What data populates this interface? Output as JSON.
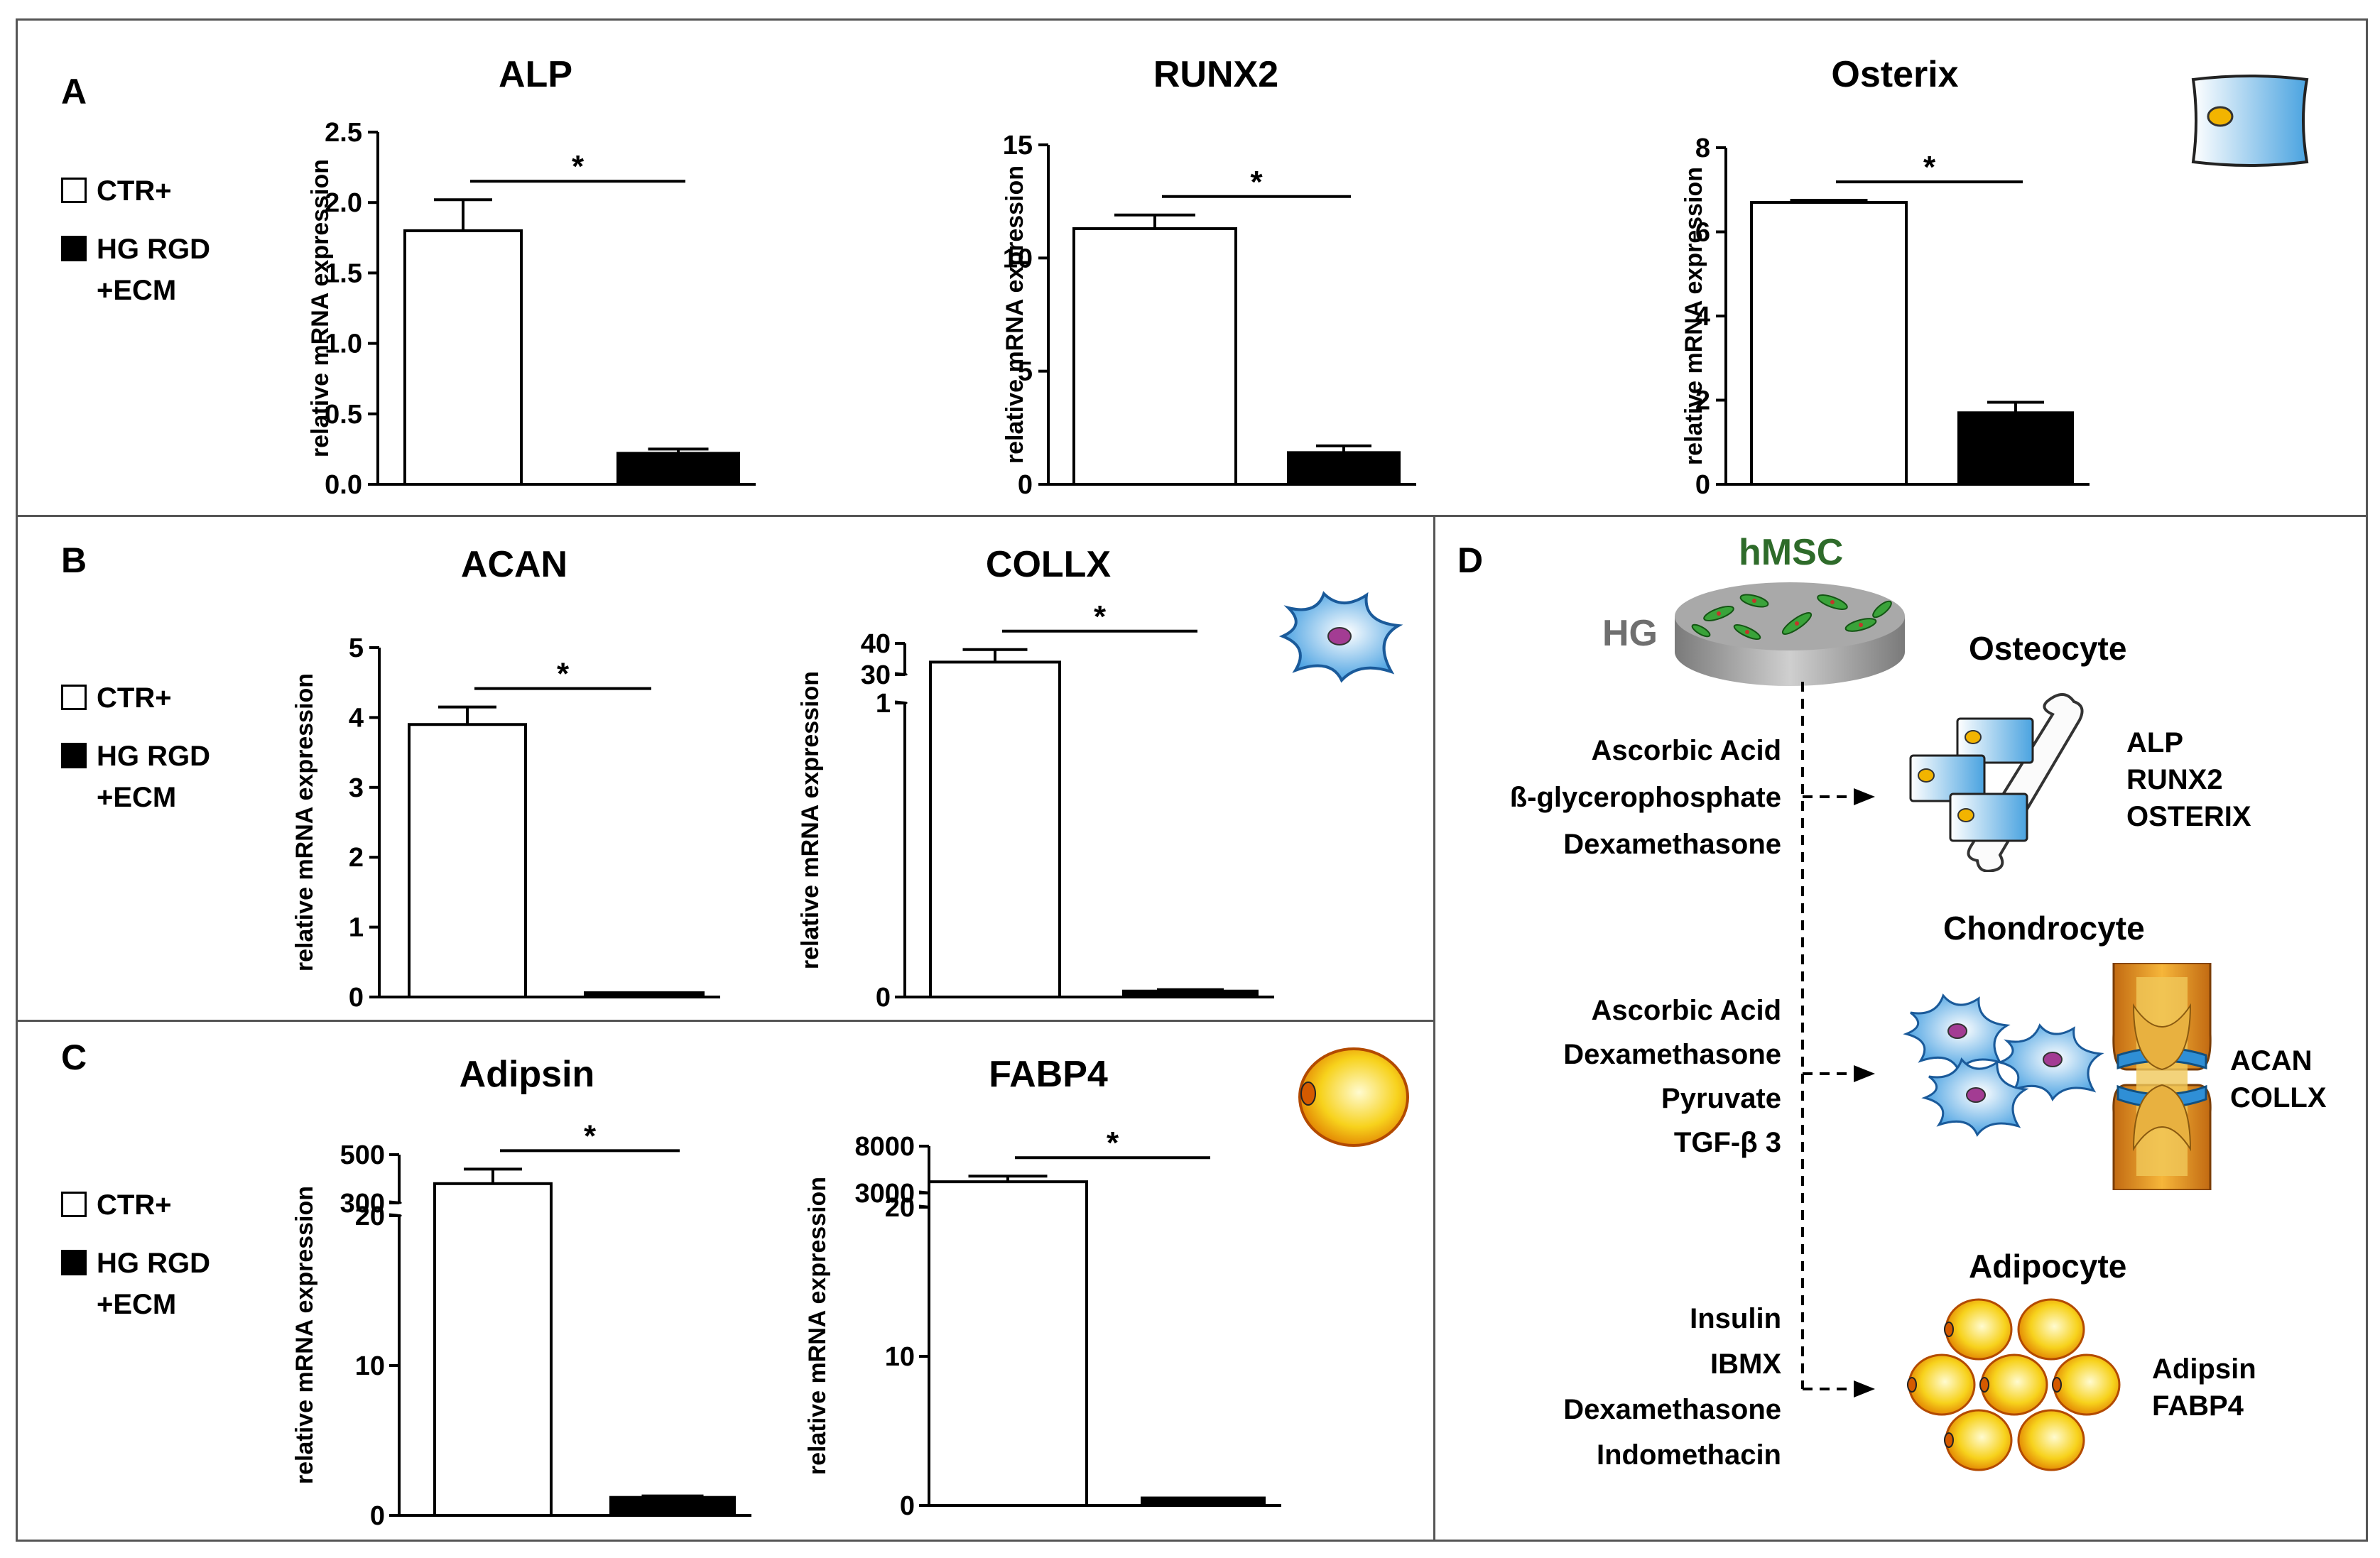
{
  "panels": {
    "A": "A",
    "B": "B",
    "C": "C",
    "D": "D"
  },
  "legend": {
    "ctr": "CTR+",
    "hg": "HG RGD\n+ECM"
  },
  "ylabel": "relative mRNA expression",
  "star": "*",
  "colors": {
    "ctr": "#ffffff",
    "hg": "#000000",
    "hmsc": "#2e6b2a",
    "hg_label": "#6f6f6f"
  },
  "chart_data": [
    {
      "type": "bar",
      "title": "ALP",
      "categories": [
        "CTR+",
        "HG RGD +ECM"
      ],
      "values": [
        1.8,
        0.22
      ],
      "errors": [
        0.22,
        0.03
      ],
      "ylim": [
        0,
        2.5
      ],
      "yticks": [
        "0.0",
        "0.5",
        "1.0",
        "1.5",
        "2.0",
        "2.5"
      ],
      "significance": "*"
    },
    {
      "type": "bar",
      "title": "RUNX2",
      "categories": [
        "CTR+",
        "HG RGD +ECM"
      ],
      "values": [
        11.3,
        1.4
      ],
      "errors": [
        0.6,
        0.3
      ],
      "ylim": [
        0,
        15
      ],
      "yticks": [
        "0",
        "5",
        "10",
        "15"
      ],
      "significance": "*"
    },
    {
      "type": "bar",
      "title": "Osterix",
      "categories": [
        "CTR+",
        "HG RGD +ECM"
      ],
      "values": [
        6.7,
        1.7
      ],
      "errors": [
        0.05,
        0.25
      ],
      "ylim": [
        0,
        8
      ],
      "yticks": [
        "0",
        "2",
        "4",
        "6",
        "8"
      ],
      "significance": "*"
    },
    {
      "type": "bar",
      "title": "ACAN",
      "categories": [
        "CTR+",
        "HG RGD +ECM"
      ],
      "values": [
        3.9,
        0.05
      ],
      "errors": [
        0.25,
        0.02
      ],
      "ylim": [
        0,
        5
      ],
      "yticks": [
        "0",
        "1",
        "2",
        "3",
        "4",
        "5"
      ],
      "significance": "*"
    },
    {
      "type": "bar",
      "title": "COLLX",
      "categories": [
        "CTR+",
        "HG RGD +ECM"
      ],
      "values": [
        34,
        0.02
      ],
      "errors": [
        4,
        0.005
      ],
      "broken_axis": {
        "lower": [
          0,
          1
        ],
        "upper": [
          30,
          40
        ]
      },
      "yticks": [
        "0",
        "1",
        "30",
        "40"
      ],
      "significance": "*"
    },
    {
      "type": "bar",
      "title": "Adipsin",
      "categories": [
        "CTR+",
        "HG RGD +ECM"
      ],
      "values": [
        380,
        1.2
      ],
      "errors": [
        60,
        0.1
      ],
      "broken_axis": {
        "lower": [
          0,
          20
        ],
        "upper": [
          300,
          500
        ]
      },
      "yticks": [
        "0",
        "10",
        "20",
        "300",
        "500"
      ],
      "significance": "*"
    },
    {
      "type": "bar",
      "title": "FABP4",
      "categories": [
        "CTR+",
        "HG RGD +ECM"
      ],
      "values": [
        4200,
        0.5
      ],
      "errors": [
        600,
        0.05
      ],
      "broken_axis": {
        "lower": [
          0,
          20
        ],
        "upper": [
          3000,
          8000
        ]
      },
      "yticks": [
        "0",
        "10",
        "20",
        "3000",
        "8000"
      ],
      "significance": "*"
    }
  ],
  "diagram": {
    "hmsc": "hMSC",
    "hg": "HG",
    "osteocyte": {
      "title": "Osteocyte",
      "treatments": [
        "Ascorbic Acid",
        "ß-glycerophosphate",
        "Dexamethasone"
      ],
      "markers": [
        "ALP",
        "RUNX2",
        "OSTERIX"
      ]
    },
    "chondrocyte": {
      "title": "Chondrocyte",
      "treatments": [
        "Ascorbic Acid",
        "Dexamethasone",
        "Pyruvate",
        "TGF-β 3"
      ],
      "markers": [
        "ACAN",
        "COLLX"
      ]
    },
    "adipocyte": {
      "title": "Adipocyte",
      "treatments": [
        "Insulin",
        "IBMX",
        "Dexamethasone",
        "Indomethacin"
      ],
      "markers": [
        "Adipsin",
        "FABP4"
      ]
    }
  }
}
